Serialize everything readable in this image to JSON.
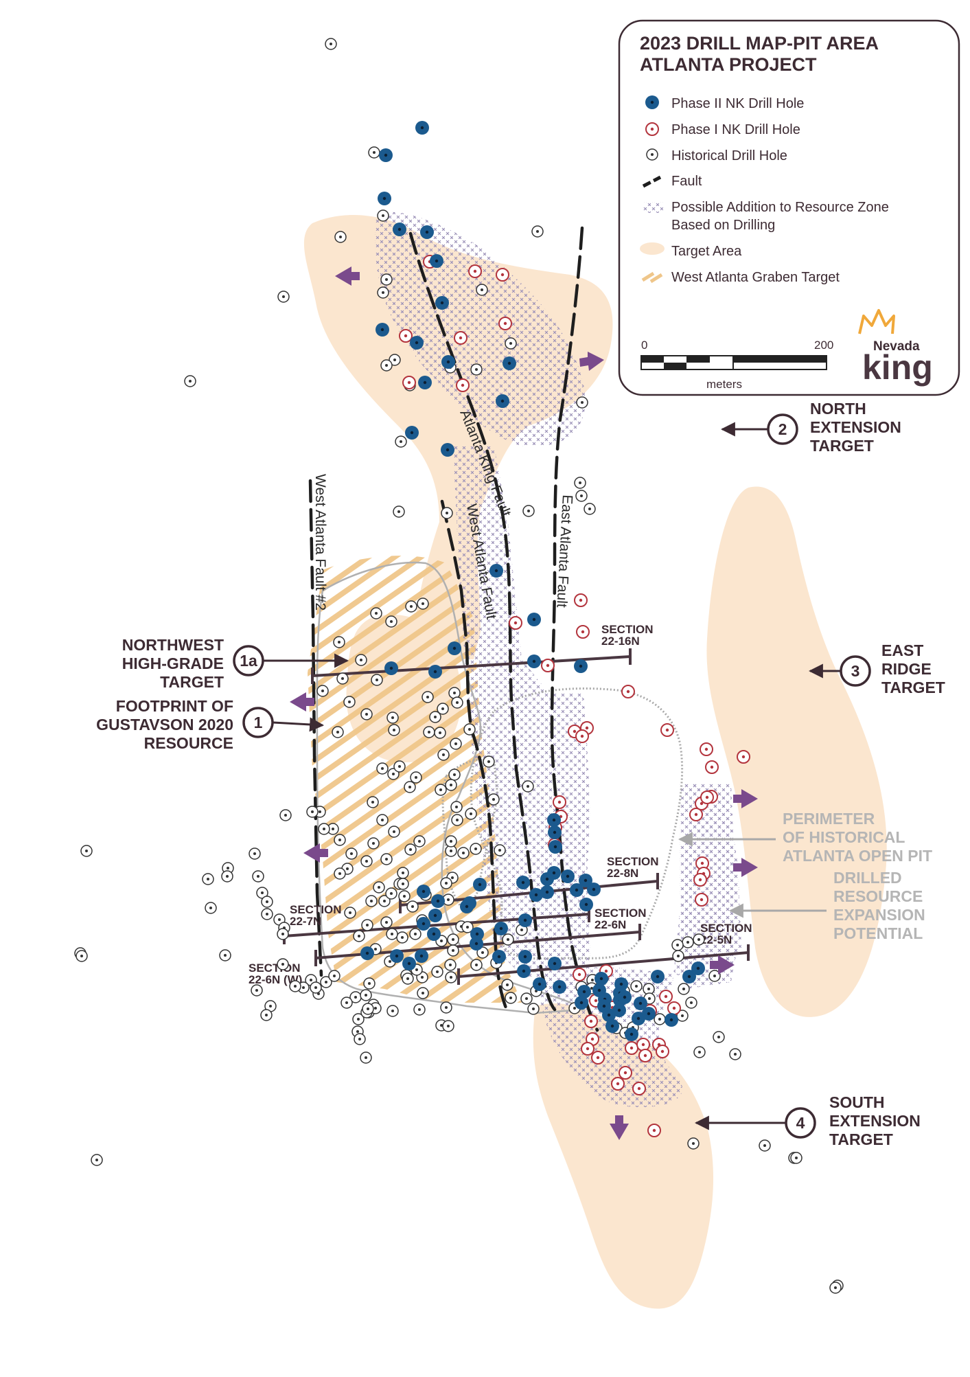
{
  "legend": {
    "title_line1": "2023 DRILL MAP-PIT AREA",
    "title_line2": "ATLANTA PROJECT",
    "items": {
      "phase2": "Phase II NK Drill Hole",
      "phase1": "Phase I NK Drill Hole",
      "historical": "Historical Drill Hole",
      "fault": "Fault",
      "resource_zone_1": "Possible Addition to Resource Zone",
      "resource_zone_2": "Based on Drilling",
      "target_area": "Target Area",
      "graben": "West Atlanta Graben Target"
    },
    "scale": {
      "start": "0",
      "end": "200",
      "unit": "meters"
    },
    "logo": {
      "small": "Nevada",
      "big": "king"
    }
  },
  "colors": {
    "phase2": "#1b5a8e",
    "phase1": "#b3343d",
    "target": "#fbe6cf",
    "graben": "#efc68a",
    "arrow": "#7a4a8c",
    "section": "#4a3741",
    "text": "#3d2b33",
    "grey_text": "#b5b5b5",
    "crown": "#f0a83a"
  },
  "targets": {
    "t1": {
      "num": "1",
      "l1": "FOOTPRINT OF",
      "l2": "GUSTAVSON 2020",
      "l3": "RESOURCE"
    },
    "t1a": {
      "num": "1a",
      "l1": "NORTHWEST",
      "l2": "HIGH-GRADE",
      "l3": "TARGET"
    },
    "t2": {
      "num": "2",
      "l1": "NORTH",
      "l2": "EXTENSION",
      "l3": "TARGET"
    },
    "t3": {
      "num": "3",
      "l1": "EAST",
      "l2": "RIDGE",
      "l3": "TARGET"
    },
    "t4": {
      "num": "4",
      "l1": "SOUTH",
      "l2": "EXTENSION",
      "l3": "TARGET"
    }
  },
  "grey_labels": {
    "perimeter": [
      "PERIMETER",
      "OF HISTORICAL",
      "ATLANTA OPEN PIT"
    ],
    "drilled": [
      "DRILLED",
      "RESOURCE",
      "EXPANSION",
      "POTENTIAL"
    ]
  },
  "faults": {
    "west_atlanta_2": "West Atlanta Fault #2",
    "atlanta_king": "Atlanta King Fault",
    "west_atlanta": "West Atlanta Fault",
    "east_atlanta": "East Atlanta Fault"
  },
  "sections": {
    "s16n": [
      "SECTION",
      "22-16N"
    ],
    "s8n": [
      "SECTION",
      "22-8N"
    ],
    "s7n": [
      "SECTION",
      "22-7N"
    ],
    "s6n": [
      "SECTION",
      "22-6N"
    ],
    "s5n": [
      "SECTION",
      "22-5N"
    ],
    "s6nw": [
      "SECTION",
      "22-6N (W)"
    ]
  },
  "drill_holes": {
    "phase2": [
      [
        615,
        186
      ],
      [
        562,
        226
      ],
      [
        560,
        289
      ],
      [
        582,
        334
      ],
      [
        622,
        338
      ],
      [
        636,
        380
      ],
      [
        644,
        441
      ],
      [
        557,
        480
      ],
      [
        607,
        499
      ],
      [
        653,
        527
      ],
      [
        619,
        557
      ],
      [
        742,
        529
      ],
      [
        732,
        584
      ],
      [
        600,
        630
      ],
      [
        652,
        655
      ],
      [
        723,
        831
      ],
      [
        778,
        902
      ],
      [
        662,
        944
      ],
      [
        570,
        973
      ],
      [
        634,
        978
      ],
      [
        778,
        963
      ],
      [
        846,
        970
      ],
      [
        807,
        1194
      ],
      [
        808,
        1212
      ],
      [
        809,
        1233
      ],
      [
        807,
        1271
      ],
      [
        797,
        1299
      ],
      [
        854,
        1317
      ],
      [
        617,
        1298
      ],
      [
        638,
        1312
      ],
      [
        684,
        1315
      ],
      [
        699,
        1288
      ],
      [
        762,
        1285
      ],
      [
        781,
        1303
      ],
      [
        797,
        1280
      ],
      [
        827,
        1276
      ],
      [
        840,
        1296
      ],
      [
        865,
        1295
      ],
      [
        853,
        1282
      ],
      [
        765,
        1340
      ],
      [
        680,
        1320
      ],
      [
        634,
        1333
      ],
      [
        617,
        1345
      ],
      [
        695,
        1360
      ],
      [
        730,
        1352
      ],
      [
        632,
        1360
      ],
      [
        694,
        1374
      ],
      [
        596,
        1403
      ],
      [
        535,
        1388
      ],
      [
        578,
        1392
      ],
      [
        614,
        1392
      ],
      [
        727,
        1393
      ],
      [
        765,
        1393
      ],
      [
        763,
        1414
      ],
      [
        808,
        1403
      ],
      [
        786,
        1433
      ],
      [
        815,
        1437
      ],
      [
        851,
        1444
      ],
      [
        847,
        1460
      ],
      [
        873,
        1442
      ],
      [
        876,
        1425
      ],
      [
        881,
        1455
      ],
      [
        887,
        1478
      ],
      [
        903,
        1456
      ],
      [
        958,
        1422
      ],
      [
        1004,
        1422
      ],
      [
        1017,
        1410
      ],
      [
        892,
        1494
      ],
      [
        903,
        1446
      ],
      [
        905,
        1433
      ],
      [
        910,
        1452
      ],
      [
        930,
        1483
      ],
      [
        945,
        1476
      ],
      [
        978,
        1485
      ],
      [
        920,
        1506
      ],
      [
        933,
        1461
      ],
      [
        902,
        1471
      ],
      [
        880,
        1465
      ]
    ],
    "phase1": [
      [
        626,
        381
      ],
      [
        692,
        395
      ],
      [
        591,
        489
      ],
      [
        671,
        492
      ],
      [
        736,
        471
      ],
      [
        596,
        557
      ],
      [
        674,
        561
      ],
      [
        732,
        400
      ],
      [
        846,
        874
      ],
      [
        751,
        907
      ],
      [
        849,
        920
      ],
      [
        798,
        969
      ],
      [
        855,
        1060
      ],
      [
        837,
        1065
      ],
      [
        848,
        1072
      ],
      [
        915,
        1007
      ],
      [
        972,
        1063
      ],
      [
        1029,
        1091
      ],
      [
        1037,
        1117
      ],
      [
        1083,
        1102
      ],
      [
        1036,
        1160
      ],
      [
        1014,
        1186
      ],
      [
        1022,
        1170
      ],
      [
        1030,
        1161
      ],
      [
        815,
        1168
      ],
      [
        817,
        1189
      ],
      [
        809,
        1205
      ],
      [
        808,
        1230
      ],
      [
        1023,
        1257
      ],
      [
        1025,
        1272
      ],
      [
        1020,
        1281
      ],
      [
        1022,
        1310
      ],
      [
        844,
        1419
      ],
      [
        883,
        1414
      ],
      [
        868,
        1457
      ],
      [
        892,
        1467
      ],
      [
        861,
        1487
      ],
      [
        970,
        1451
      ],
      [
        982,
        1468
      ],
      [
        947,
        1472
      ],
      [
        960,
        1521
      ],
      [
        965,
        1531
      ],
      [
        920,
        1526
      ],
      [
        937,
        1521
      ],
      [
        911,
        1562
      ],
      [
        900,
        1578
      ],
      [
        931,
        1585
      ],
      [
        953,
        1646
      ],
      [
        940,
        1537
      ],
      [
        863,
        1513
      ],
      [
        856,
        1527
      ],
      [
        871,
        1540
      ]
    ],
    "historical": [
      [
        482,
        64
      ],
      [
        545,
        222
      ],
      [
        496,
        345
      ],
      [
        558,
        314
      ],
      [
        413,
        432
      ],
      [
        783,
        337
      ],
      [
        277,
        555
      ],
      [
        563,
        407
      ],
      [
        558,
        426
      ],
      [
        702,
        422
      ],
      [
        744,
        500
      ],
      [
        656,
        535
      ],
      [
        575,
        524
      ],
      [
        563,
        532
      ],
      [
        694,
        538
      ],
      [
        597,
        561
      ],
      [
        584,
        643
      ],
      [
        845,
        703
      ],
      [
        847,
        722
      ],
      [
        581,
        745
      ],
      [
        770,
        744
      ],
      [
        859,
        741
      ],
      [
        848,
        586
      ],
      [
        651,
        747
      ],
      [
        599,
        883
      ],
      [
        548,
        893
      ],
      [
        494,
        935
      ],
      [
        526,
        961
      ],
      [
        509,
        1022
      ],
      [
        470,
        1006
      ],
      [
        499,
        988
      ],
      [
        616,
        879
      ],
      [
        570,
        905
      ],
      [
        549,
        990
      ],
      [
        534,
        1040
      ],
      [
        572,
        1045
      ],
      [
        574,
        1063
      ],
      [
        492,
        1066
      ],
      [
        573,
        1127
      ],
      [
        543,
        1168
      ],
      [
        597,
        1146
      ],
      [
        634,
        1044
      ],
      [
        625,
        1066
      ],
      [
        646,
        1099
      ],
      [
        606,
        1132
      ],
      [
        557,
        1119
      ],
      [
        582,
        1116
      ],
      [
        623,
        1015
      ],
      [
        645,
        1032
      ],
      [
        662,
        1009
      ],
      [
        666,
        1023
      ],
      [
        641,
        1067
      ],
      [
        664,
        1083
      ],
      [
        684,
        1062
      ],
      [
        712,
        1109
      ],
      [
        769,
        1145
      ],
      [
        662,
        1128
      ],
      [
        665,
        1175
      ],
      [
        686,
        1185
      ],
      [
        719,
        1164
      ],
      [
        657,
        1143
      ],
      [
        642,
        1150
      ],
      [
        666,
        1194
      ],
      [
        728,
        1238
      ],
      [
        675,
        1242
      ],
      [
        657,
        1239
      ],
      [
        659,
        1278
      ],
      [
        693,
        1236
      ],
      [
        611,
        1225
      ],
      [
        574,
        1211
      ],
      [
        557,
        1194
      ],
      [
        657,
        1225
      ],
      [
        598,
        1237
      ],
      [
        587,
        1271
      ],
      [
        582,
        1287
      ],
      [
        544,
        1228
      ],
      [
        563,
        1251
      ],
      [
        534,
        1254
      ],
      [
        512,
        1243
      ],
      [
        506,
        1265
      ],
      [
        485,
        1207
      ],
      [
        495,
        1223
      ],
      [
        466,
        1182
      ],
      [
        455,
        1182
      ],
      [
        472,
        1207
      ],
      [
        416,
        1187
      ],
      [
        495,
        1272
      ],
      [
        552,
        1292
      ],
      [
        541,
        1312
      ],
      [
        560,
        1312
      ],
      [
        570,
        1301
      ],
      [
        587,
        1287
      ],
      [
        589,
        1305
      ],
      [
        601,
        1320
      ],
      [
        620,
        1303
      ],
      [
        650,
        1286
      ],
      [
        653,
        1310
      ],
      [
        615,
        1340
      ],
      [
        672,
        1349
      ],
      [
        586,
        1365
      ],
      [
        571,
        1360
      ],
      [
        523,
        1363
      ],
      [
        510,
        1329
      ],
      [
        535,
        1347
      ],
      [
        563,
        1343
      ],
      [
        605,
        1360
      ],
      [
        547,
        1382
      ],
      [
        568,
        1400
      ],
      [
        592,
        1420
      ],
      [
        660,
        1384
      ],
      [
        703,
        1387
      ],
      [
        657,
        1423
      ],
      [
        637,
        1415
      ],
      [
        615,
        1423
      ],
      [
        594,
        1425
      ],
      [
        607,
        1412
      ],
      [
        475,
        1430
      ],
      [
        487,
        1421
      ],
      [
        464,
        1447
      ],
      [
        518,
        1452
      ],
      [
        522,
        1484
      ],
      [
        544,
        1463
      ],
      [
        537,
        1474
      ],
      [
        521,
        1502
      ],
      [
        534,
        1474
      ],
      [
        382,
        1300
      ],
      [
        371,
        1243
      ],
      [
        376,
        1276
      ],
      [
        332,
        1264
      ],
      [
        331,
        1276
      ],
      [
        303,
        1280
      ],
      [
        328,
        1391
      ],
      [
        389,
        1313
      ],
      [
        389,
        1331
      ],
      [
        407,
        1339
      ],
      [
        414,
        1351
      ],
      [
        412,
        1360
      ],
      [
        374,
        1442
      ],
      [
        412,
        1404
      ],
      [
        394,
        1465
      ],
      [
        388,
        1478
      ],
      [
        453,
        1427
      ],
      [
        442,
        1438
      ],
      [
        430,
        1436
      ],
      [
        460,
        1438
      ],
      [
        538,
        1432
      ],
      [
        616,
        1446
      ],
      [
        547,
        1468
      ],
      [
        572,
        1472
      ],
      [
        611,
        1470
      ],
      [
        650,
        1467
      ],
      [
        643,
        1493
      ],
      [
        653,
        1494
      ],
      [
        656,
        1405
      ],
      [
        681,
        1350
      ],
      [
        643,
        1370
      ],
      [
        760,
        1354
      ],
      [
        740,
        1368
      ],
      [
        723,
        1402
      ],
      [
        694,
        1405
      ],
      [
        660,
        1368
      ],
      [
        739,
        1434
      ],
      [
        744,
        1453
      ],
      [
        767,
        1454
      ],
      [
        781,
        1443
      ],
      [
        777,
        1469
      ],
      [
        837,
        1468
      ],
      [
        878,
        1424
      ],
      [
        863,
        1427
      ],
      [
        909,
        1443
      ],
      [
        862,
        1439
      ],
      [
        847,
        1437
      ],
      [
        927,
        1436
      ],
      [
        1018,
        1368
      ],
      [
        1002,
        1372
      ],
      [
        987,
        1376
      ],
      [
        988,
        1392
      ],
      [
        945,
        1440
      ],
      [
        996,
        1440
      ],
      [
        898,
        1497
      ],
      [
        911,
        1504
      ],
      [
        922,
        1496
      ],
      [
        994,
        1479
      ],
      [
        946,
        1454
      ],
      [
        1019,
        1532
      ],
      [
        1047,
        1510
      ],
      [
        1071,
        1535
      ],
      [
        1010,
        1665
      ],
      [
        1114,
        1668
      ],
      [
        1157,
        1686
      ],
      [
        1220,
        1872
      ],
      [
        1217,
        1875
      ],
      [
        1160,
        1686
      ],
      [
        961,
        1484
      ],
      [
        1041,
        1421
      ],
      [
        1007,
        1460
      ],
      [
        533,
        1540
      ],
      [
        524,
        1513
      ],
      [
        536,
        1469
      ],
      [
        141,
        1689
      ],
      [
        117,
        1388
      ],
      [
        119,
        1392
      ],
      [
        126,
        1239
      ],
      [
        307,
        1322
      ],
      [
        533,
        1449
      ],
      [
        505,
        1460
      ]
    ]
  }
}
